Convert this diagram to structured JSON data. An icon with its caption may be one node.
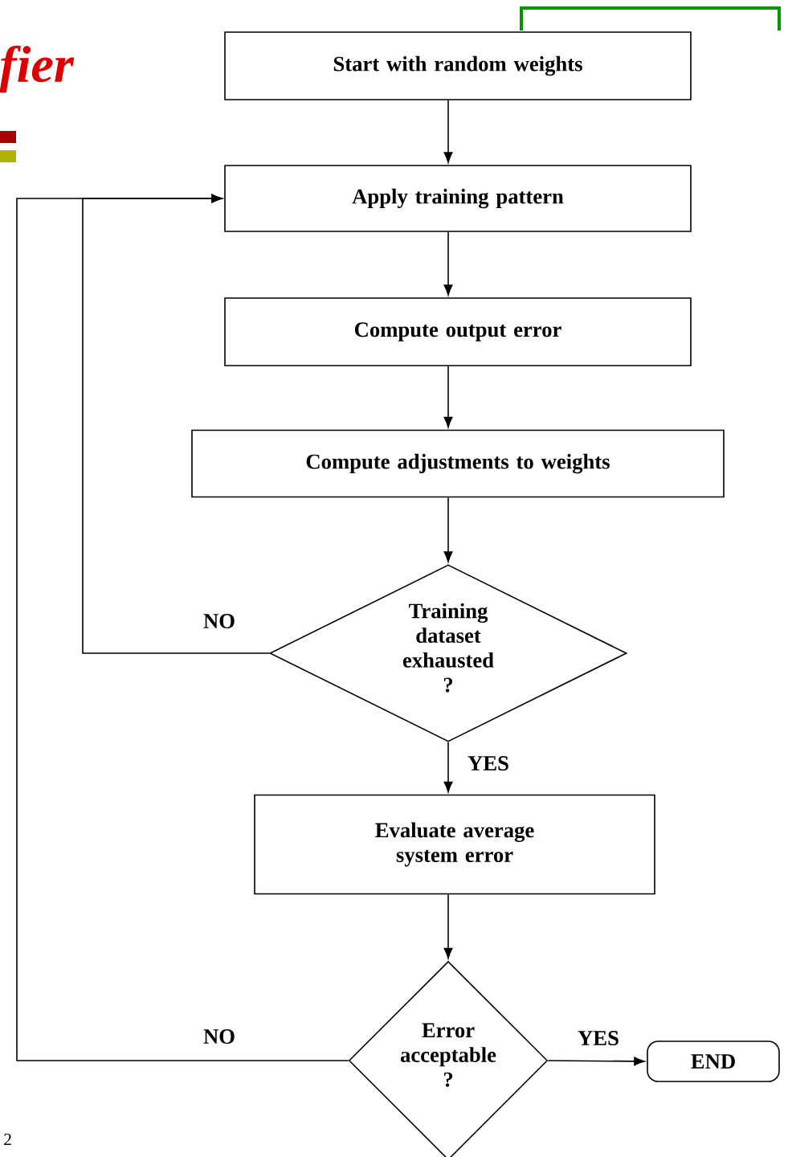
{
  "diagram": {
    "title": "fier",
    "nodes": [
      {
        "text": [
          "Start with random weights"
        ]
      },
      {
        "text": [
          "Apply training pattern"
        ]
      },
      {
        "text": [
          "Compute output error"
        ]
      },
      {
        "text": [
          "Compute adjustments to weights"
        ]
      },
      {
        "text": [
          "Training dataset exhausted ?"
        ]
      },
      {
        "text": [
          "Evaluate average system error"
        ]
      },
      {
        "text": [
          "Error acceptable ?"
        ]
      },
      {
        "text": [
          "END"
        ]
      }
    ],
    "edges": [
      {
        "from": 0,
        "to": 1,
        "arrow": "to"
      },
      {
        "from": 1,
        "to": 2,
        "arrow": "to"
      },
      {
        "from": 2,
        "to": 3,
        "arrow": "to"
      },
      {
        "from": 3,
        "to": 4,
        "arrow": "to"
      },
      {
        "from": 4,
        "to": 1,
        "arrow": "to",
        "label": "NO"
      },
      {
        "from": 4,
        "to": 5,
        "arrow": "to",
        "label": "YES"
      },
      {
        "from": 5,
        "to": 6,
        "arrow": "to"
      },
      {
        "from": 6,
        "to": 1,
        "arrow": "to",
        "label": "NO"
      },
      {
        "from": 6,
        "to": 7,
        "arrow": "to",
        "label": "YES"
      }
    ],
    "labels": [
      "2"
    ]
  }
}
